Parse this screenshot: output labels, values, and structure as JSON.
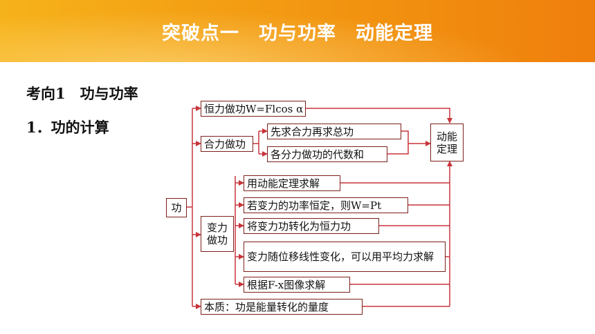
{
  "header": {
    "title": "突破点一　功与功率　动能定理",
    "bg_color": "#f39a12",
    "text_color": "#ffffff"
  },
  "section": {
    "label": "考向1　功与功率",
    "sub": "1．功的计算"
  },
  "diagram": {
    "line_color": "#c8343a",
    "box_border_color": "#7a1f1a",
    "root": "功",
    "const_force": "恒力做功W=Flcos α",
    "net_force": "合力做功",
    "net_a": "先求合力再求总功",
    "net_b": "各分力做功的代数和",
    "var_force": "变力做功",
    "var_items": [
      "用动能定理求解",
      "若变力的功率恒定，则W=Pt",
      "将变力功转化为恒力功",
      "变力随位移线性变化，可以用平均力求解",
      "根据F-x图像求解"
    ],
    "essence": "本质：功是能量转化的量度",
    "theorem": "动能定理"
  }
}
